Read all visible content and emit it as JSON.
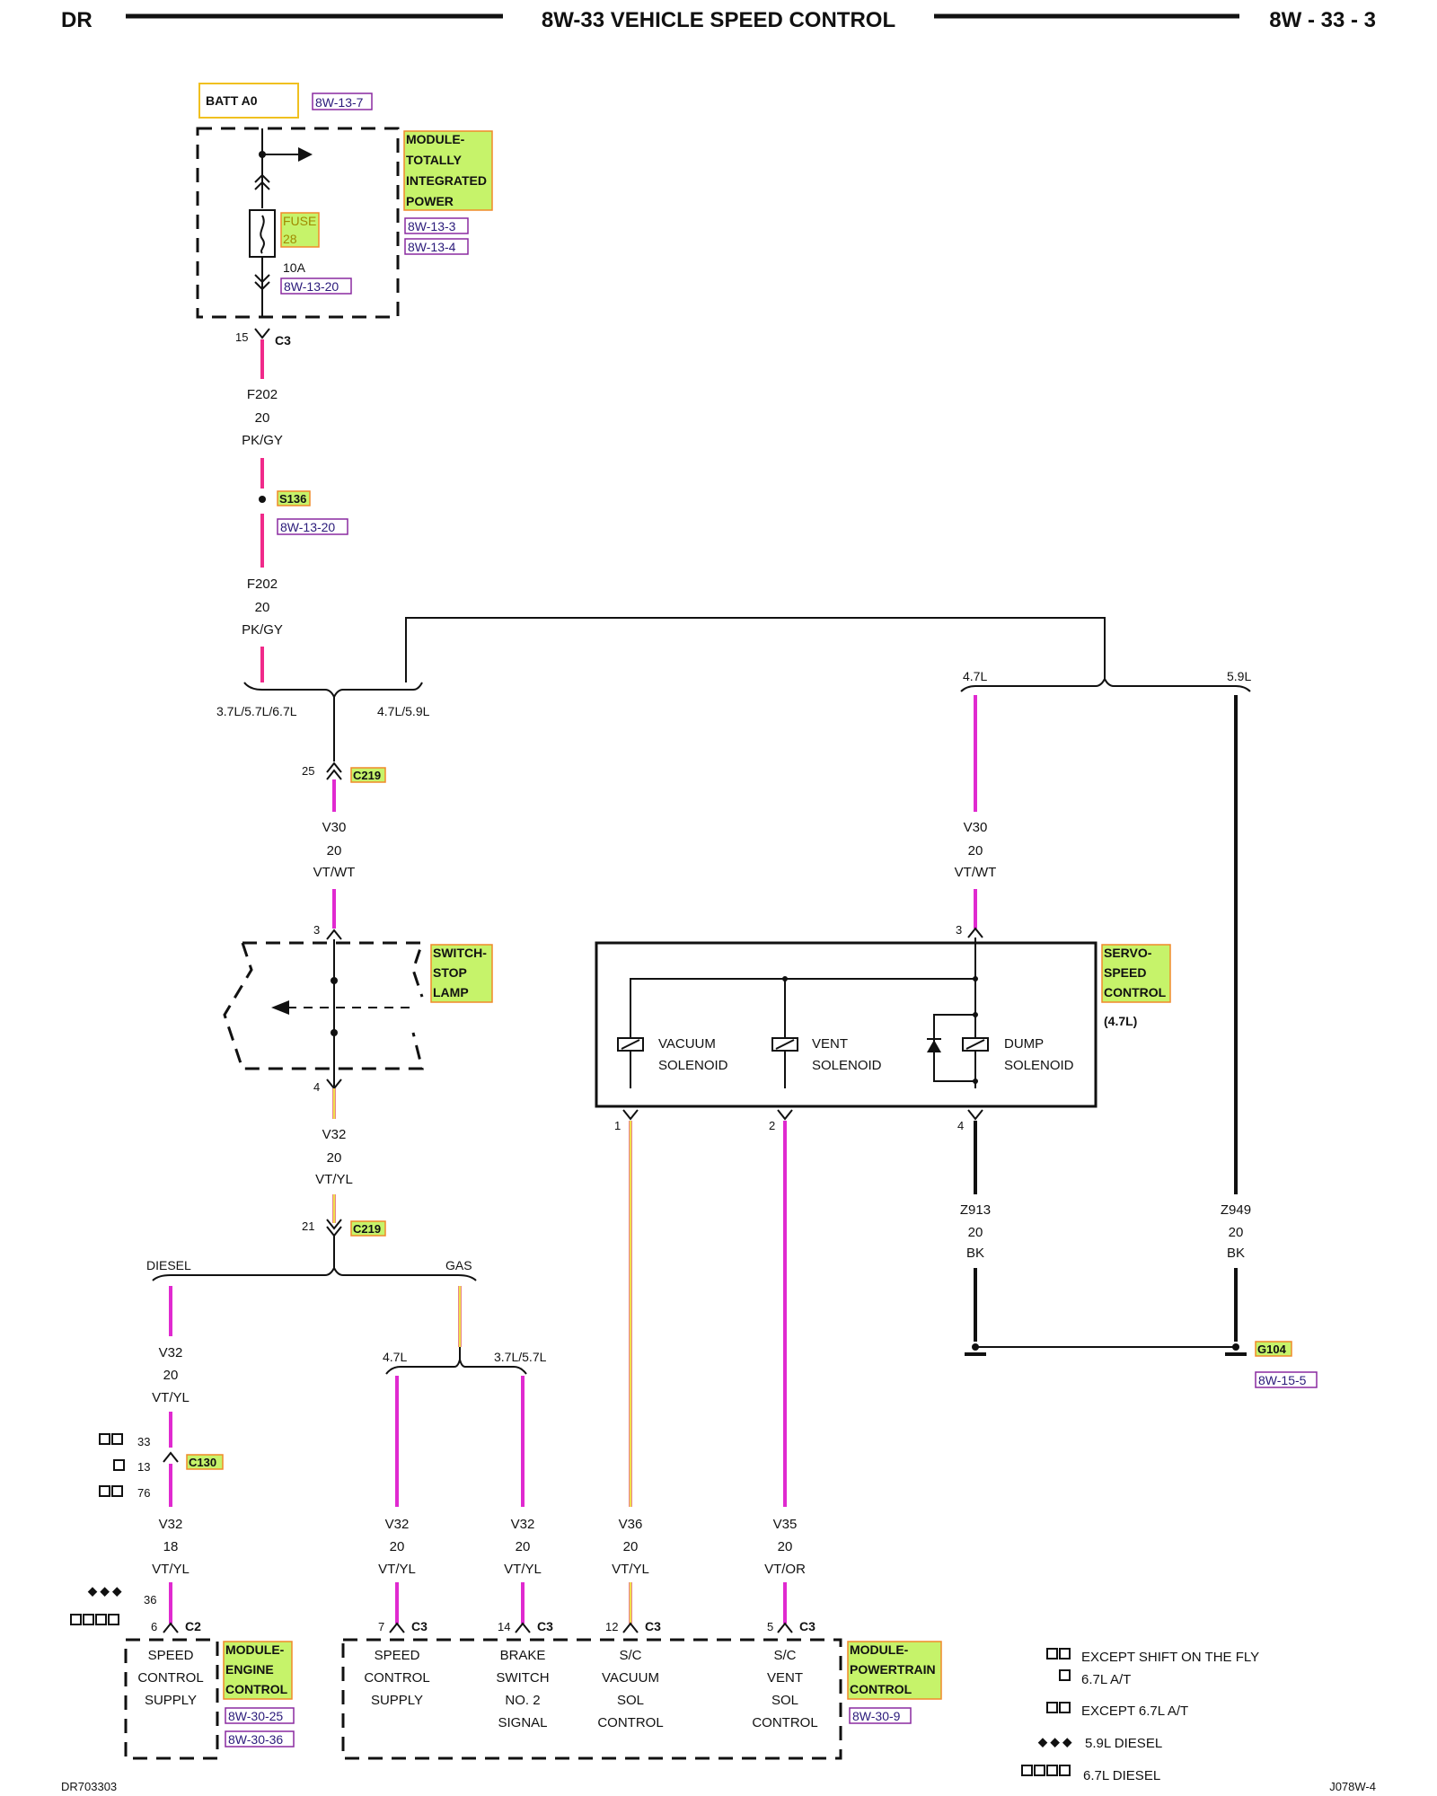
{
  "header": {
    "left": "DR",
    "center": "8W-33 VEHICLE SPEED CONTROL",
    "right": "8W - 33 - 3"
  },
  "footer": {
    "left": "DR703303",
    "right": "J078W-4"
  },
  "power": {
    "source": "BATT A0",
    "source_ref": "8W-13-7",
    "module_lines": [
      "MODULE-",
      "TOTALLY",
      "INTEGRATED",
      "POWER"
    ],
    "module_refs": [
      "8W-13-3",
      "8W-13-4"
    ],
    "fuse_lines": [
      "FUSE",
      "28"
    ],
    "fuse_rating": "10A",
    "fuse_ref": "8W-13-20"
  },
  "connectors": {
    "c3_pin_top": "15",
    "c3": "C3",
    "s136": "S136",
    "s136_ref": "8W-13-20",
    "c219": "C219",
    "c219_pin_a": "25",
    "c219_pin_b": "21",
    "c130": "C130",
    "c130_pins": [
      "33",
      "13",
      "76"
    ],
    "c2": "C2",
    "c2_pins": [
      "36",
      "6"
    ],
    "g104": "G104",
    "g104_ref": "8W-15-5"
  },
  "wires": {
    "f202_a": [
      "F202",
      "20",
      "PK/GY"
    ],
    "f202_b": [
      "F202",
      "20",
      "PK/GY"
    ],
    "v30_left": [
      "V30",
      "20",
      "VT/WT"
    ],
    "v30_right": [
      "V30",
      "20",
      "VT/WT"
    ],
    "v32_switch": [
      "V32",
      "20",
      "VT/YL"
    ],
    "v32_diesel": [
      "V32",
      "20",
      "VT/YL"
    ],
    "v32_diesel_18": [
      "V32",
      "18",
      "VT/YL"
    ],
    "v32_47": [
      "V32",
      "20",
      "VT/YL"
    ],
    "v32_37": [
      "V32",
      "20",
      "VT/YL"
    ],
    "v36": [
      "V36",
      "20",
      "VT/YL"
    ],
    "v35": [
      "V35",
      "20",
      "VT/OR"
    ],
    "z913": [
      "Z913",
      "20",
      "BK"
    ],
    "z949": [
      "Z949",
      "20",
      "BK"
    ]
  },
  "splits": {
    "engine_left": "3.7L/5.7L/6.7L",
    "engine_right": "4.7L/5.9L",
    "servo_left": "4.7L",
    "servo_right": "5.9L",
    "fuel_left": "DIESEL",
    "fuel_right": "GAS",
    "gas_left": "4.7L",
    "gas_right": "3.7L/5.7L"
  },
  "switch": {
    "lines": [
      "SWITCH-",
      "STOP",
      "LAMP"
    ],
    "pin_top": "3",
    "pin_bottom": "4"
  },
  "servo": {
    "lines": [
      "SERVO-",
      "SPEED",
      "CONTROL"
    ],
    "variant": "(4.7L)",
    "pin_top": "3",
    "pins_bottom": [
      "1",
      "2",
      "4"
    ],
    "vacuum": [
      "VACUUM",
      "SOLENOID"
    ],
    "vent": [
      "VENT",
      "SOLENOID"
    ],
    "dump": [
      "DUMP",
      "SOLENOID"
    ]
  },
  "ecm": {
    "lines": [
      "MODULE-",
      "ENGINE",
      "CONTROL"
    ],
    "refs": [
      "8W-30-25",
      "8W-30-36"
    ],
    "function": [
      "SPEED",
      "CONTROL",
      "SUPPLY"
    ]
  },
  "pcm": {
    "lines": [
      "MODULE-",
      "POWERTRAIN",
      "CONTROL"
    ],
    "ref": "8W-30-9",
    "pins": [
      "7",
      "14",
      "12",
      "5"
    ],
    "conn": "C3",
    "f1": [
      "SPEED",
      "CONTROL",
      "SUPPLY"
    ],
    "f2": [
      "BRAKE",
      "SWITCH",
      "NO. 2",
      "SIGNAL"
    ],
    "f3": [
      "S/C",
      "VACUUM",
      "SOL",
      "CONTROL"
    ],
    "f4": [
      "S/C",
      "VENT",
      "SOL",
      "CONTROL"
    ]
  },
  "legend": [
    "EXCEPT SHIFT ON THE FLY",
    "6.7L A/T",
    "EXCEPT 6.7L A/T",
    "5.9L DIESEL",
    "6.7L DIESEL"
  ]
}
